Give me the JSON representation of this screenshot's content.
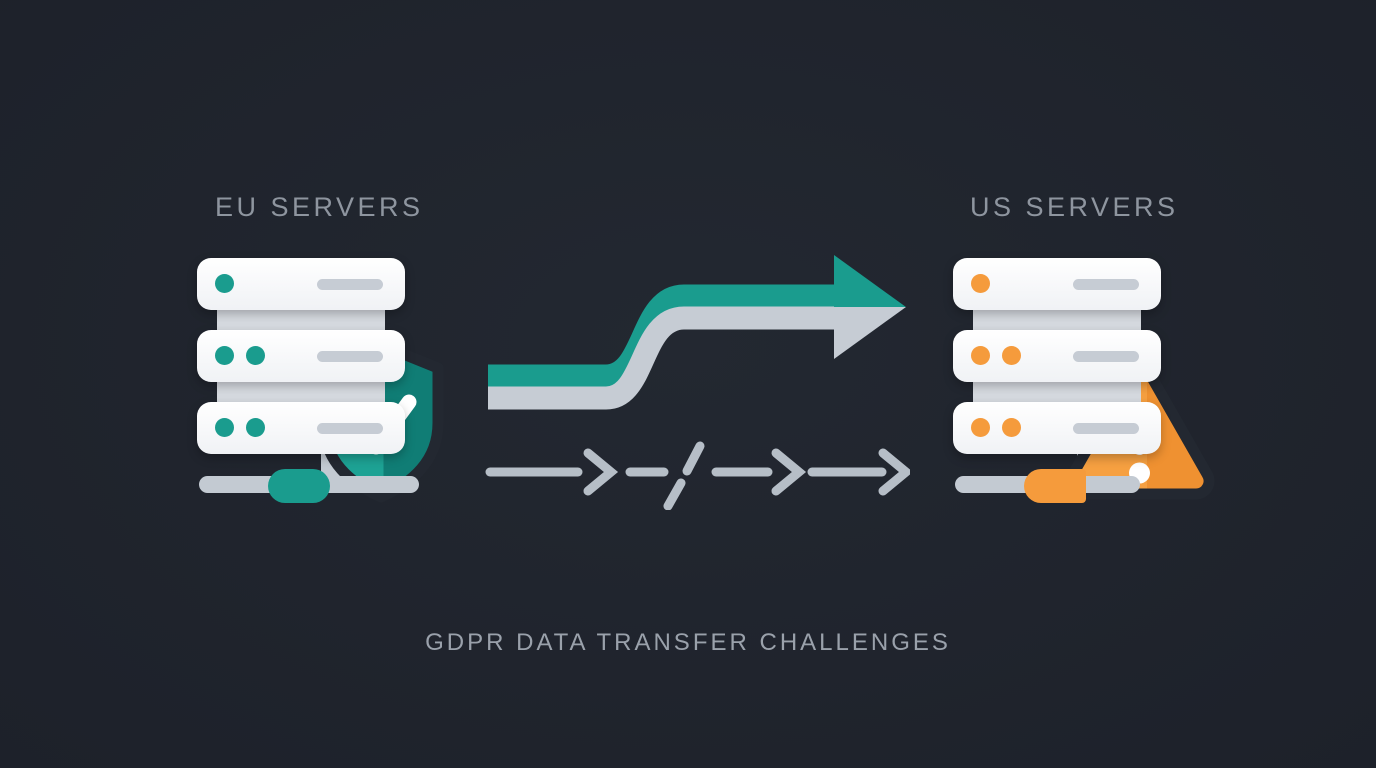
{
  "title": "GDPR Data Transfer Challenges",
  "labels": {
    "left_zone": "EU SERVERS",
    "right_zone": "US SERVERS",
    "caption": "GDPR DATA TRANSFER CHALLENGES"
  },
  "icons": {
    "eu_server_stack": "server-stack-icon (3 rows, teal indicator dots, teal base node)",
    "eu_status": "shield-check-icon",
    "us_server_stack": "server-stack-icon (3 rows, orange indicator dots, orange base node)",
    "us_status": "warning-triangle-icon",
    "transfer_flow": "s-curve-arrow-icon (teal over gray, pointing right)",
    "blocked_flow": "dashed-broken-arrow-icon (gray, break slash in middle)"
  },
  "stacks": {
    "rows": 3,
    "dots_per_row": [
      1,
      2,
      2
    ]
  },
  "colors": {
    "bg": "#232831",
    "bg_edge": "#1d212a",
    "teal": "#1a9c8e",
    "teal_dark": "#107d75",
    "orange": "#f59b3c",
    "orange_dark": "#e0872a",
    "bar_gray": "#c3cad2",
    "pill_gray": "#c6ccd4",
    "connector_gray": "#d6dae0",
    "arrow_gray": "#c6ccd4",
    "dashed_gray": "#b6bec7",
    "label_gray": "#8e959f",
    "caption_gray": "#9aa1ab",
    "white": "#ffffff"
  }
}
